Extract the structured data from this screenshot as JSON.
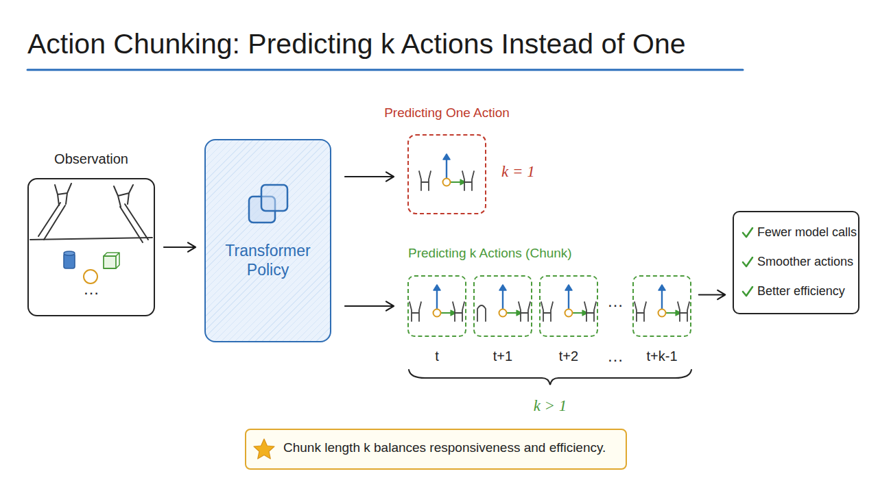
{
  "diagram": {
    "title": "Action Chunking: Predicting k Actions Instead of One",
    "nodes": [
      {
        "text": [
          "Observation",
          "…"
        ]
      },
      {
        "text": [
          "Transformer Policy"
        ]
      },
      {
        "text": [
          "Predicting One Action"
        ]
      },
      {
        "text": [
          "t"
        ]
      },
      {
        "text": [
          "t+1"
        ]
      },
      {
        "text": [
          "t+2"
        ]
      },
      {
        "text": [
          "t+k-1"
        ]
      },
      {
        "text": [
          "Fewer model calls",
          "Smoother actions",
          "Better efficiency"
        ]
      },
      {
        "text": [
          "Chunk length k balances responsiveness and efficiency."
        ]
      }
    ],
    "edges": [
      {
        "from": 0,
        "to": 1,
        "arrow": "to"
      },
      {
        "from": 1,
        "to": 2,
        "arrow": "to"
      },
      {
        "from": 1,
        "to": 3,
        "arrow": "to"
      },
      {
        "from": 6,
        "to": 7,
        "arrow": "to"
      }
    ],
    "labels": [
      "Predicting k Actions (Chunk)",
      "k = 1",
      "…",
      "…",
      "k > 1"
    ]
  }
}
